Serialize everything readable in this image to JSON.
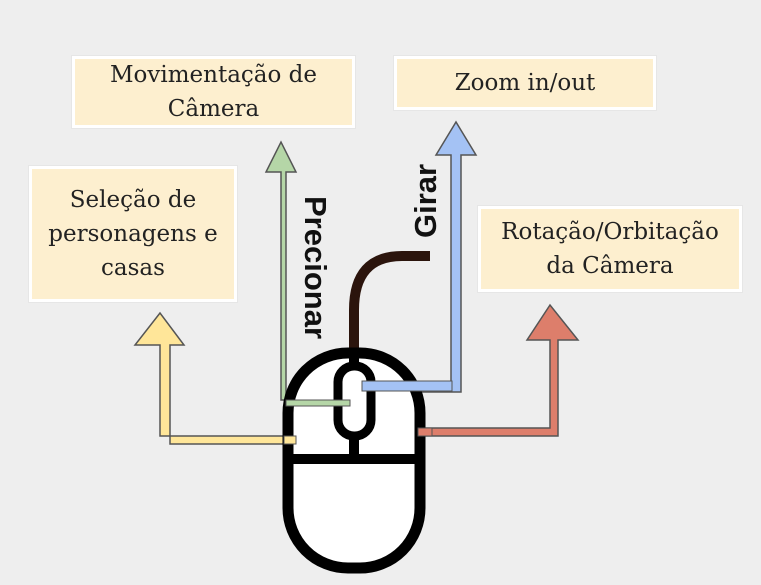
{
  "labels": {
    "camera_move": [
      "Movimentação de",
      "Câmera"
    ],
    "zoom": [
      "Zoom in/out"
    ],
    "selection": [
      "Seleção de",
      "personagens e",
      "casas"
    ],
    "rotation": [
      "Rotação/Orbitação",
      "da Câmera"
    ]
  },
  "actions": {
    "press": "Precionar",
    "scroll": "Girar"
  },
  "colors": {
    "background": "#eeeeee",
    "box_fill": "#fdefcf",
    "arrow_green": "#b5d6a7",
    "arrow_blue": "#a4c2f4",
    "arrow_yellow": "#ffe699",
    "arrow_red": "#dd7e6b",
    "cable": "#2b140c",
    "mouse_outline": "#000000"
  }
}
